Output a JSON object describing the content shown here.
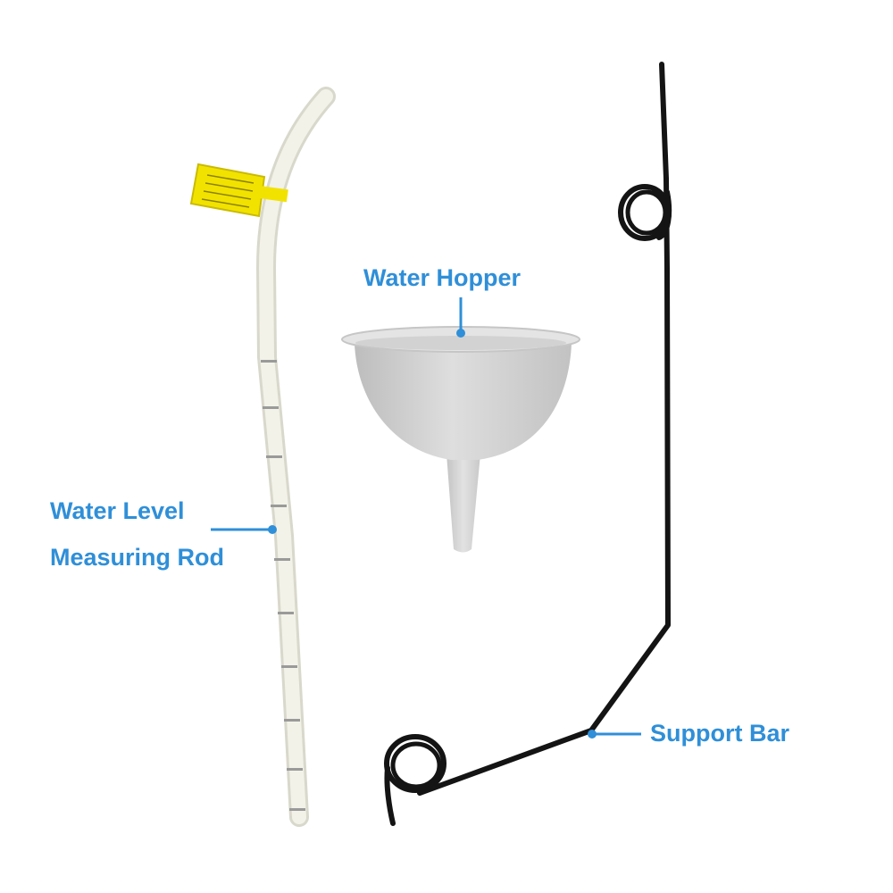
{
  "labels": {
    "water_hopper": "Water Hopper",
    "rod_line1": "Water Level",
    "rod_line2": "Measuring Rod",
    "support_bar": "Support Bar"
  },
  "colors": {
    "label_blue": "#2f8fd8",
    "background": "#ffffff",
    "funnel_gray": "#d6d6d6",
    "tube_white": "#f1f0e6",
    "tag_yellow": "#f2e200",
    "wire_black": "#141414"
  }
}
